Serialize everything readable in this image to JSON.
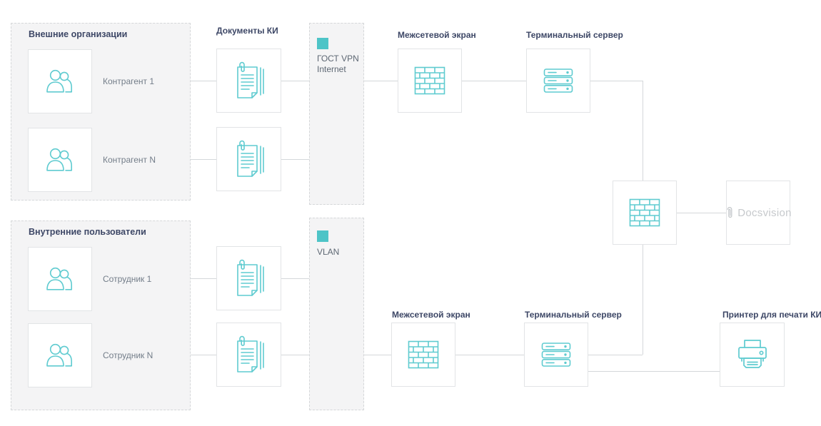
{
  "diagram": {
    "groups": {
      "external": {
        "title": "Внешние организации",
        "items": [
          {
            "label": "Контрагент 1"
          },
          {
            "label": "Контрагент N"
          }
        ]
      },
      "internal": {
        "title": "Внутренние пользователи",
        "items": [
          {
            "label": "Сотрудник 1"
          },
          {
            "label": "Сотрудник N"
          }
        ]
      }
    },
    "documents": {
      "title": "Документы КИ"
    },
    "zones": {
      "vpn": {
        "line1": "ГОСТ VPN",
        "line2": "Internet"
      },
      "vlan": {
        "line1": "VLAN"
      }
    },
    "nodes": {
      "firewall_top": {
        "label": "Межсетевой экран"
      },
      "terminal_top": {
        "label": "Терминальный сервер"
      },
      "docsvision": {
        "label": "Docsvision"
      },
      "firewall_bottom": {
        "label": "Межсетевой экран"
      },
      "terminal_bottom": {
        "label": "Терминальный сервер"
      },
      "printer": {
        "label": "Принтер для печати КИ"
      }
    },
    "icons": {
      "users": "users-icon",
      "document": "document-stack-icon",
      "firewall": "brick-wall-icon",
      "server": "server-stack-icon",
      "printer": "printer-icon",
      "docsvision_logo": "paperclip-icon",
      "zone_marker": "teal-square-marker"
    },
    "colors": {
      "accent_teal": "#4ec4c7",
      "icon_teal": "#5fcbd0",
      "title_navy": "#3d4766",
      "label_gray": "#737d89",
      "zone_label_gray": "#5d6773",
      "line_gray": "#d4d7da",
      "docsvision_gray": "#c6c9cc",
      "panel_bg": "#f4f4f5"
    }
  }
}
